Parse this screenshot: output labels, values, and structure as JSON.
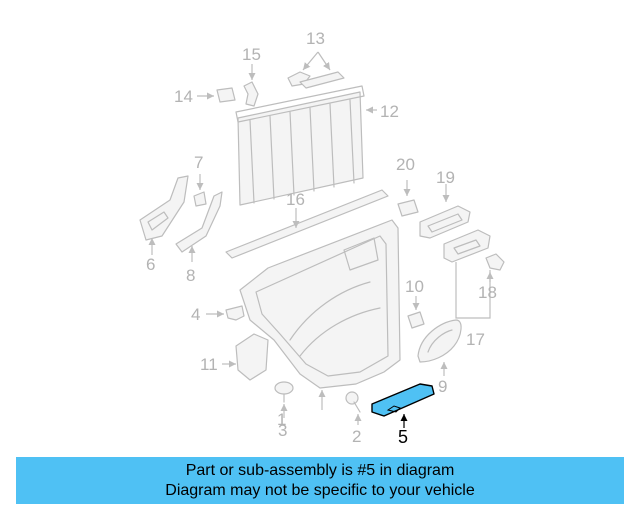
{
  "callouts": {
    "n1": "1",
    "n2": "2",
    "n3": "3",
    "n4": "4",
    "n5": "5",
    "n6": "6",
    "n7": "7",
    "n8": "8",
    "n9": "9",
    "n10": "10",
    "n11": "11",
    "n12": "12",
    "n13": "13",
    "n14": "14",
    "n15": "15",
    "n16": "16",
    "n17": "17",
    "n18": "18",
    "n19": "19",
    "n20": "20"
  },
  "highlight": {
    "part": "5",
    "color": "#4fc1f4"
  },
  "colors": {
    "banner": "#4fc1f4",
    "line": "#bdbdbd",
    "text_muted": "#b3b3b3"
  },
  "banner": {
    "line1": "Part or sub-assembly is #5 in diagram",
    "line2": "Diagram may not be specific to your vehicle"
  }
}
